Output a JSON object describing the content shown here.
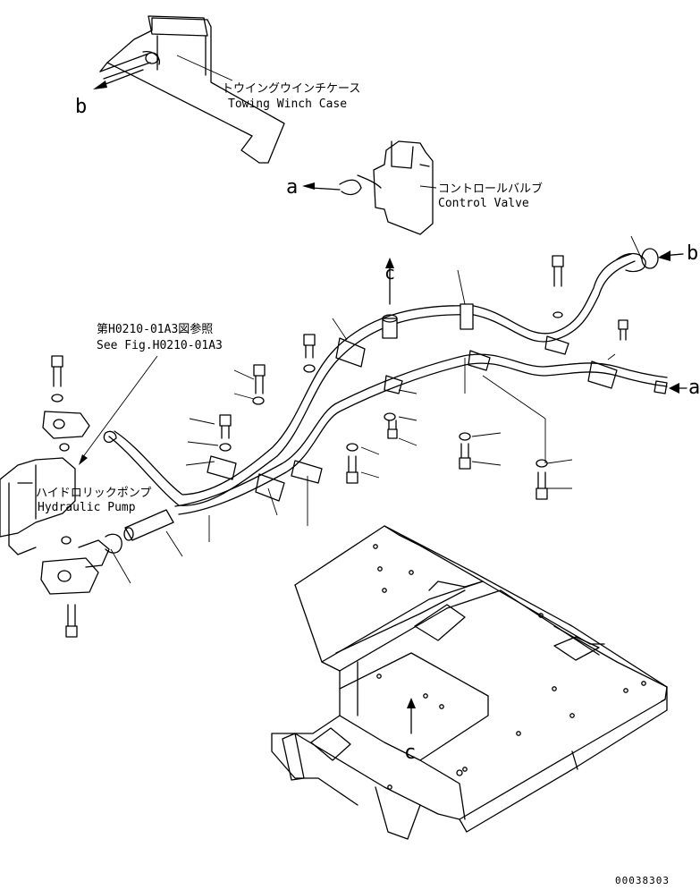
{
  "labels": {
    "towing_winch_case_jp": "トウイングウインチケース",
    "towing_winch_case_en": "Towing Winch Case",
    "control_valve_jp": "コントロールバルブ",
    "control_valve_en": "Control Valve",
    "see_fig_jp": "第H0210-01A3図参照",
    "see_fig_en": "See Fig.H0210-01A3",
    "hydraulic_pump_jp": "ハイドロリックポンプ",
    "hydraulic_pump_en": "Hydraulic Pump",
    "ref_a": "a",
    "ref_b": "b",
    "ref_c": "c",
    "drawing_number": "00038303"
  }
}
